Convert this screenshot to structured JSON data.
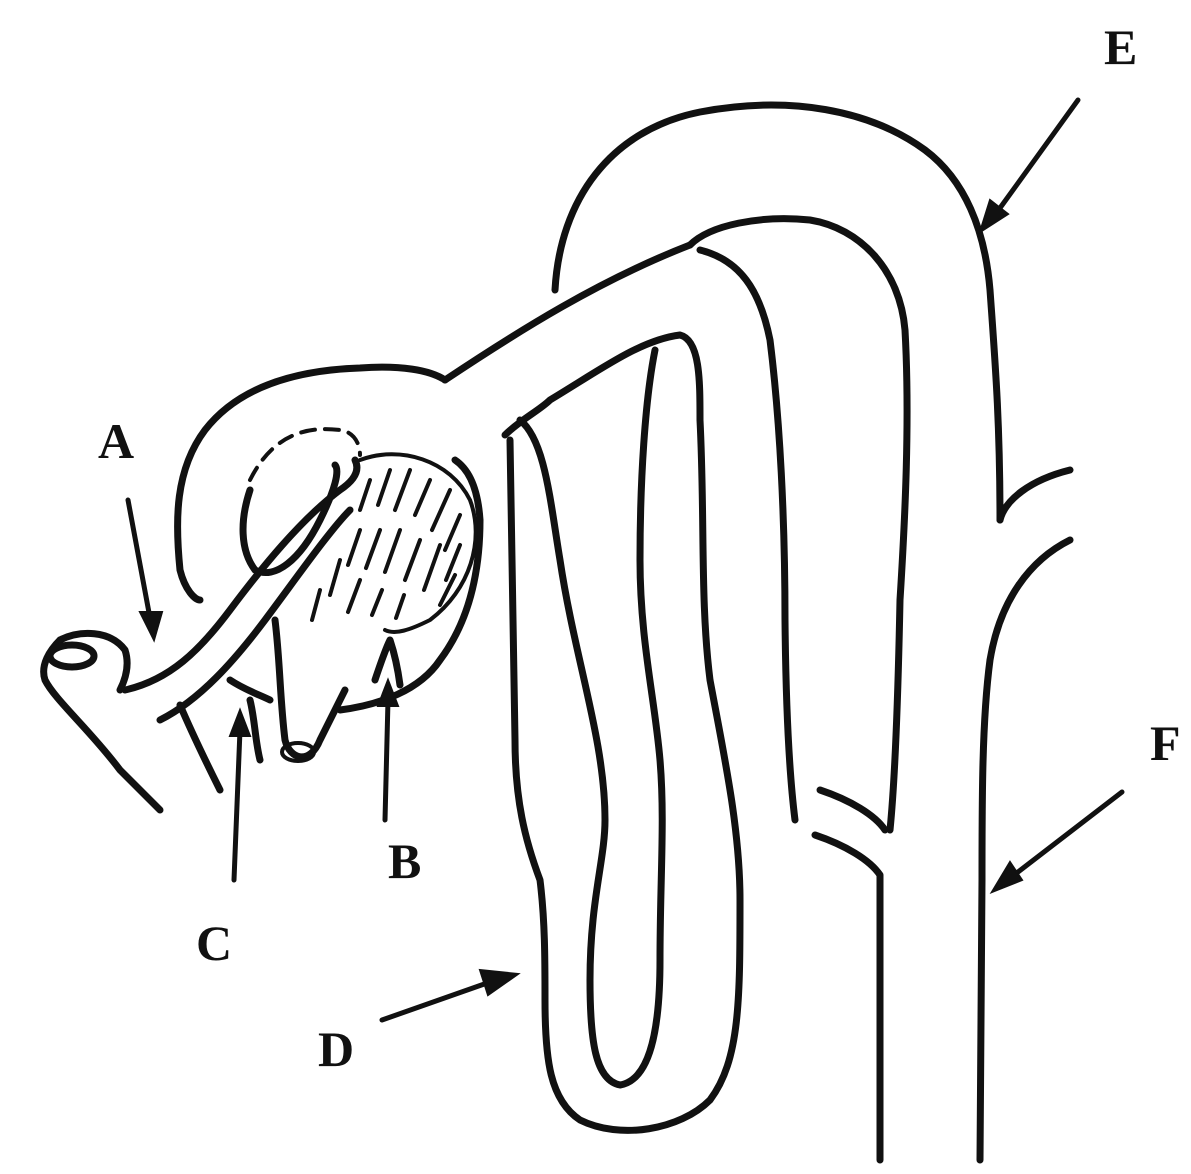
{
  "diagram": {
    "labels": {
      "a": "A",
      "b": "B",
      "c": "C",
      "d": "D",
      "e": "E",
      "f": "F"
    }
  }
}
